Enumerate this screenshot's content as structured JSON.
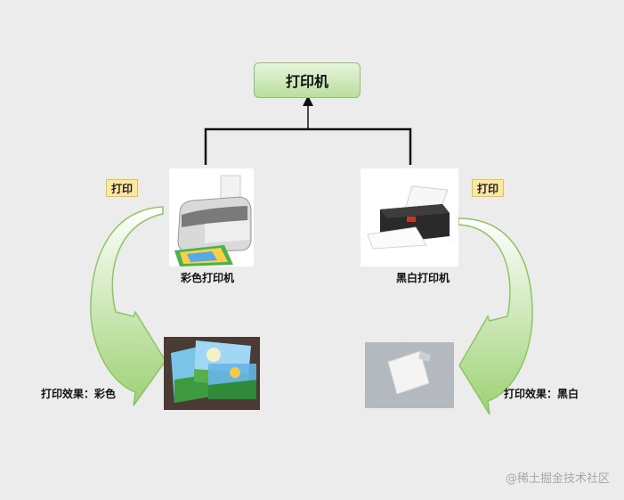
{
  "root": {
    "label": "打印机"
  },
  "left": {
    "tag": "打印",
    "printer_label": "彩色打印机",
    "result_label": "打印效果：彩色"
  },
  "right": {
    "tag": "打印",
    "printer_label": "黑白打印机",
    "result_label": "打印效果：黑白"
  },
  "watermark": "@稀土掘金技术社区",
  "colors": {
    "background": "#ececec",
    "root_fill_top": "#e6f4dc",
    "root_fill_bottom": "#b9df9d",
    "arrow_fill": "#c8e6a8",
    "tag_fill": "#fbe9a2"
  },
  "icons": [
    "color-printer-icon",
    "bw-printer-icon",
    "color-photos-image",
    "blank-paper-image"
  ]
}
